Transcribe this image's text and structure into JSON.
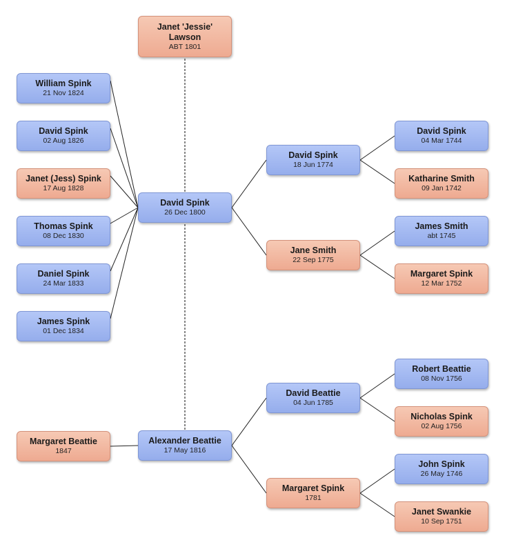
{
  "people": {
    "jessie_lawson": {
      "name": "Janet 'Jessie' Lawson",
      "date": "ABT 1801",
      "gender": "female"
    },
    "william_spink": {
      "name": "William Spink",
      "date": "21 Nov 1824",
      "gender": "male"
    },
    "david_spink_1826": {
      "name": "David Spink",
      "date": "02 Aug 1826",
      "gender": "male"
    },
    "janet_jess_spink": {
      "name": "Janet (Jess) Spink",
      "date": "17 Aug 1828",
      "gender": "female"
    },
    "thomas_spink": {
      "name": "Thomas Spink",
      "date": "08 Dec 1830",
      "gender": "male"
    },
    "daniel_spink": {
      "name": "Daniel Spink",
      "date": "24 Mar 1833",
      "gender": "male"
    },
    "james_spink": {
      "name": "James Spink",
      "date": "01 Dec 1834",
      "gender": "male"
    },
    "david_spink_1800": {
      "name": "David Spink",
      "date": "26 Dec 1800",
      "gender": "male"
    },
    "david_spink_1774": {
      "name": "David Spink",
      "date": "18 Jun 1774",
      "gender": "male"
    },
    "jane_smith": {
      "name": "Jane Smith",
      "date": "22 Sep 1775",
      "gender": "female"
    },
    "david_spink_1744": {
      "name": "David Spink",
      "date": "04 Mar 1744",
      "gender": "male"
    },
    "katharine_smith": {
      "name": "Katharine Smith",
      "date": "09 Jan 1742",
      "gender": "female"
    },
    "james_smith": {
      "name": "James Smith",
      "date": "abt 1745",
      "gender": "male"
    },
    "margaret_spink_1752": {
      "name": "Margaret Spink",
      "date": "12 Mar 1752",
      "gender": "female"
    },
    "margaret_beattie": {
      "name": "Margaret Beattie",
      "date": "1847",
      "gender": "female"
    },
    "alexander_beattie": {
      "name": "Alexander Beattie",
      "date": "17 May 1816",
      "gender": "male"
    },
    "david_beattie": {
      "name": "David Beattie",
      "date": "04 Jun 1785",
      "gender": "male"
    },
    "margaret_spink_1781": {
      "name": "Margaret Spink",
      "date": "1781",
      "gender": "female"
    },
    "robert_beattie": {
      "name": "Robert Beattie",
      "date": "08 Nov 1756",
      "gender": "male"
    },
    "nicholas_spink": {
      "name": "Nicholas Spink",
      "date": "02 Aug 1756",
      "gender": "female"
    },
    "john_spink": {
      "name": "John Spink",
      "date": "26 May 1746",
      "gender": "male"
    },
    "janet_swankie": {
      "name": "Janet Swankie",
      "date": "10 Sep 1751",
      "gender": "female"
    }
  }
}
